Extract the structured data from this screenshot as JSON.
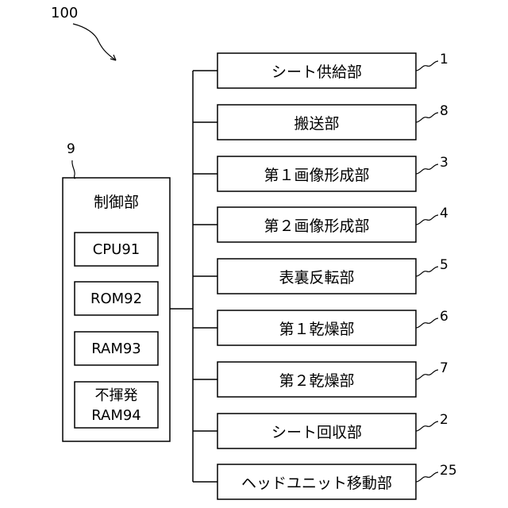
{
  "system_ref": "100",
  "controller": {
    "ref": "9",
    "title": "制御部",
    "items": [
      "CPU91",
      "ROM92",
      "RAM93"
    ],
    "nv_ram": {
      "line1": "不揮発",
      "line2": "RAM94"
    }
  },
  "units": [
    {
      "label": "シート供給部",
      "ref": "1"
    },
    {
      "label": "搬送部",
      "ref": "8"
    },
    {
      "label": "第１画像形成部",
      "ref": "3"
    },
    {
      "label": "第２画像形成部",
      "ref": "4"
    },
    {
      "label": "表裏反転部",
      "ref": "5"
    },
    {
      "label": "第１乾燥部",
      "ref": "6"
    },
    {
      "label": "第２乾燥部",
      "ref": "7"
    },
    {
      "label": "シート回収部",
      "ref": "2"
    },
    {
      "label": "ヘッドユニット移動部",
      "ref": "25"
    }
  ]
}
